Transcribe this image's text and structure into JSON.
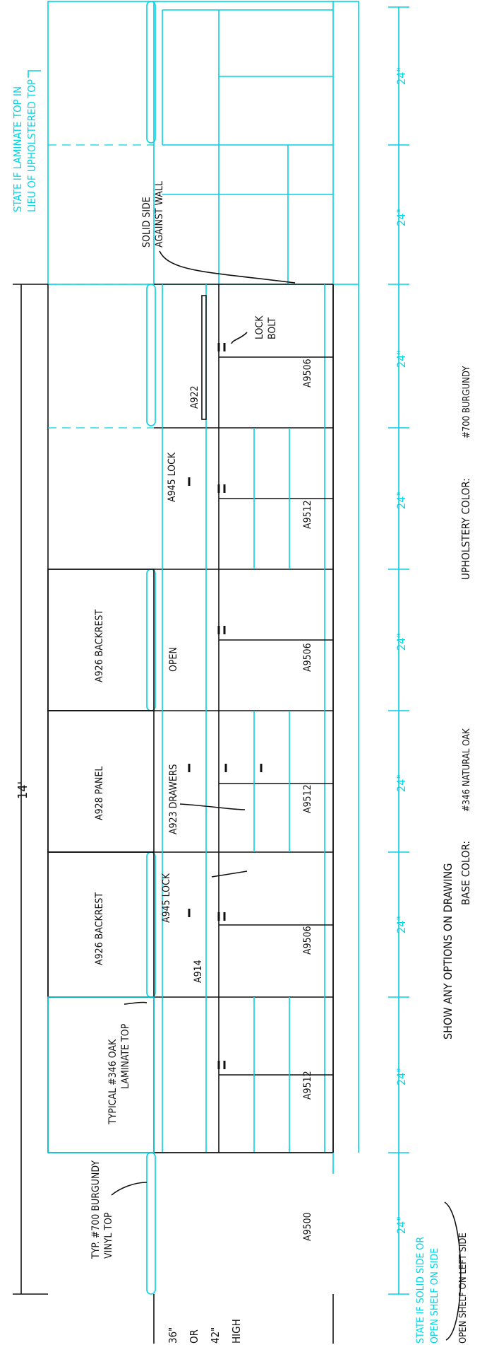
{
  "colors": {
    "ink": "#111111",
    "cyan": "#00d4e6",
    "paper": "#ffffff"
  },
  "overall_dim": "14'",
  "dim_24": "24\"",
  "height_36": "36\"",
  "height_42": "42\"",
  "height_or": "OR",
  "height_high": "HIGH",
  "laminate_note": [
    "STATE IF LAMINATE TOP IN",
    "LIEU OF UPHOLSTERED TOP"
  ],
  "solid_side_note": [
    "SOLID SIDE",
    "AGAINST WALL"
  ],
  "lock_bolt_note": [
    "LOCK",
    "BOLT"
  ],
  "label_a922": "A922",
  "label_a945_lock": "A945 LOCK",
  "label_a926": "A926 BACKREST",
  "label_open": "OPEN",
  "label_a928": "A928 PANEL",
  "label_a923": "A923 DRAWERS",
  "label_a914": "A914",
  "laminate_top_note": [
    "TYPICAL #346 OAK",
    "LAMINATE TOP"
  ],
  "vinyl_top_note": [
    "TYP. #700 BURGUNDY",
    "VINYL TOP"
  ],
  "base_labels": [
    "A9506",
    "A9512",
    "A9506",
    "A9512",
    "A9506",
    "A9512",
    "A9500"
  ],
  "side_note": [
    "STATE IF SOLID SIDE OR",
    "OPEN SHELF ON SIDE"
  ],
  "open_shelf_note": "OPEN SHELF ON LEFT SIDE",
  "show_options": "SHOW ANY OPTIONS ON DRAWING",
  "base_color_label": "BASE COLOR:",
  "base_color_value": "#346 NATURAL OAK",
  "upholstery_label": "UPHOLSTERY COLOR:",
  "upholstery_value": "#700 BURGUNDY"
}
